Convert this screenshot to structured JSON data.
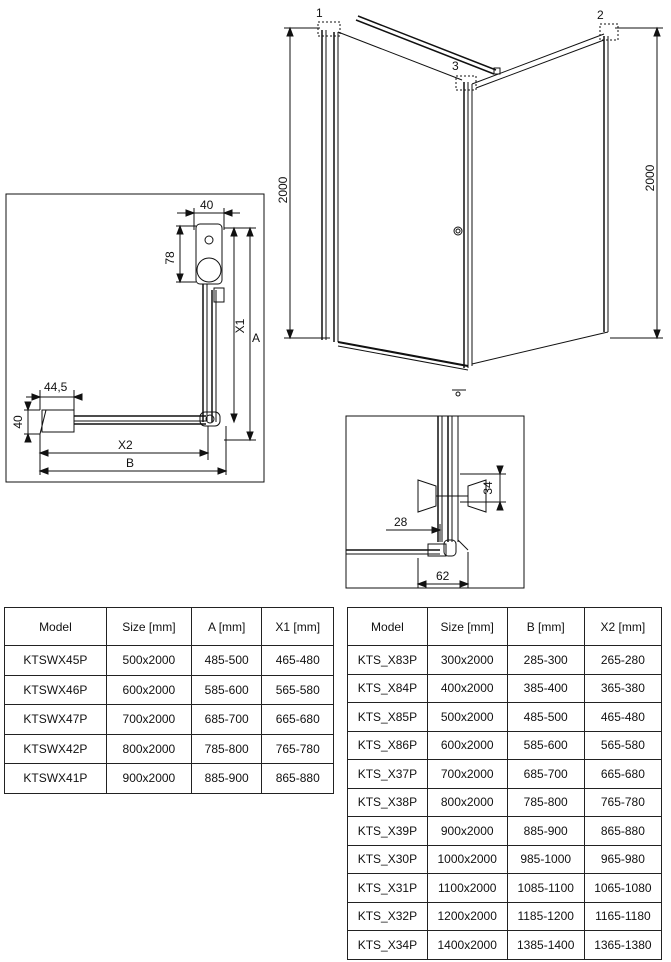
{
  "drawing": {
    "main_height_left": "2000",
    "main_height_right": "2000",
    "callout_1": "1",
    "callout_2": "2",
    "callout_3": "3",
    "detail_left": {
      "top_width": "40",
      "hinge_height": "78",
      "x1_label": "X1",
      "a_label": "A",
      "wall_width": "44,5",
      "wall_height": "40",
      "x2_label": "X2",
      "b_label": "B"
    },
    "detail_right": {
      "handle_height": "34",
      "offset": "28",
      "width": "62"
    }
  },
  "table_left": {
    "headers": [
      "Model",
      "Size [mm]",
      "A [mm]",
      "X1 [mm]"
    ],
    "rows": [
      [
        "KTSWX45P",
        "500x2000",
        "485-500",
        "465-480"
      ],
      [
        "KTSWX46P",
        "600x2000",
        "585-600",
        "565-580"
      ],
      [
        "KTSWX47P",
        "700x2000",
        "685-700",
        "665-680"
      ],
      [
        "KTSWX42P",
        "800x2000",
        "785-800",
        "765-780"
      ],
      [
        "KTSWX41P",
        "900x2000",
        "885-900",
        "865-880"
      ]
    ]
  },
  "table_right": {
    "headers": [
      "Model",
      "Size [mm]",
      "B [mm]",
      "X2 [mm]"
    ],
    "rows": [
      [
        "KTS_X83P",
        "300x2000",
        "285-300",
        "265-280"
      ],
      [
        "KTS_X84P",
        "400x2000",
        "385-400",
        "365-380"
      ],
      [
        "KTS_X85P",
        "500x2000",
        "485-500",
        "465-480"
      ],
      [
        "KTS_X86P",
        "600x2000",
        "585-600",
        "565-580"
      ],
      [
        "KTS_X37P",
        "700x2000",
        "685-700",
        "665-680"
      ],
      [
        "KTS_X38P",
        "800x2000",
        "785-800",
        "765-780"
      ],
      [
        "KTS_X39P",
        "900x2000",
        "885-900",
        "865-880"
      ],
      [
        "KTS_X30P",
        "1000x2000",
        "985-1000",
        "965-980"
      ],
      [
        "KTS_X31P",
        "1100x2000",
        "1085-1100",
        "1065-1080"
      ],
      [
        "KTS_X32P",
        "1200x2000",
        "1185-1200",
        "1165-1180"
      ],
      [
        "KTS_X34P",
        "1400x2000",
        "1385-1400",
        "1365-1380"
      ]
    ]
  }
}
